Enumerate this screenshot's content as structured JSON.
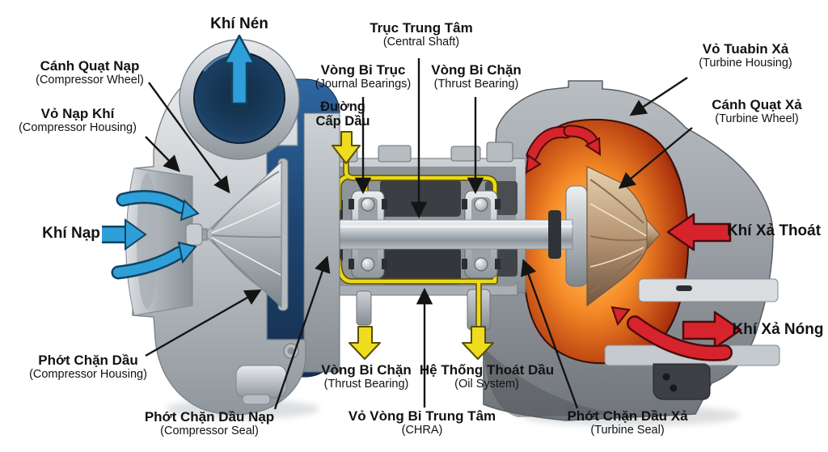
{
  "diagram": {
    "subject": "turbocharger-cutaway",
    "colors": {
      "intake_blue": "#2f9fd9",
      "exhaust_red": "#d7242c",
      "oil_yellow": "#f0dc1e",
      "label_text": "#121212",
      "volute_blue": "#1d4470",
      "hot_glow_orange": "#f07d22"
    },
    "labels": {
      "khi_nen": {
        "vi": "Khí Nén"
      },
      "canh_quat_nap": {
        "vi": "Cánh Quạt Nạp",
        "en": "(Compressor Wheel)"
      },
      "vo_nap_khi": {
        "vi": "Vỏ Nạp Khí",
        "en": "(Compressor Housing)"
      },
      "khi_nap": {
        "vi": "Khí Nạp"
      },
      "truc_trung_tam": {
        "vi": "Trục Trung Tâm",
        "en": "(Central Shaft)"
      },
      "vong_bi_truc": {
        "vi": "Vòng Bi Trục",
        "en": "(Journal Bearings)"
      },
      "vong_bi_chan_top": {
        "vi": "Vòng Bi Chặn",
        "en": "(Thrust Bearing)"
      },
      "duong_cap_dau": {
        "vi1": "Đường",
        "vi2": "Cấp Dầu"
      },
      "vo_tuabin_xa": {
        "vi": "Vỏ Tuabin Xả",
        "en": "(Turbine Housing)"
      },
      "canh_quat_xa": {
        "vi": "Cánh Quạt Xả",
        "en": "(Turbine Wheel)"
      },
      "khi_xa_thoat": {
        "vi": "Khí Xả Thoát"
      },
      "khi_xa_nong": {
        "vi": "Khí Xả Nóng"
      },
      "phot_chan_dau": {
        "vi": "Phớt Chặn Dầu",
        "en": "(Compressor Housing)"
      },
      "phot_chan_dau_nap": {
        "vi": "Phớt Chặn Dầu Nạp",
        "en": "(Compressor Seal)"
      },
      "vong_bi_chan_bottom": {
        "vi": "Vòng Bi Chặn",
        "en": "(Thrust Bearing)"
      },
      "he_thong_thoat_dau": {
        "vi": "Hệ Thống Thoát Dầu",
        "en": "(Oil System)"
      },
      "vo_vong_bi_trung_tam": {
        "vi": "Vỏ Vòng Bi Trung Tâm",
        "en": "(CHRA)"
      },
      "phot_chan_dau_xa": {
        "vi": "Phớt Chặn Dầu Xả",
        "en": "(Turbine Seal)"
      }
    }
  }
}
